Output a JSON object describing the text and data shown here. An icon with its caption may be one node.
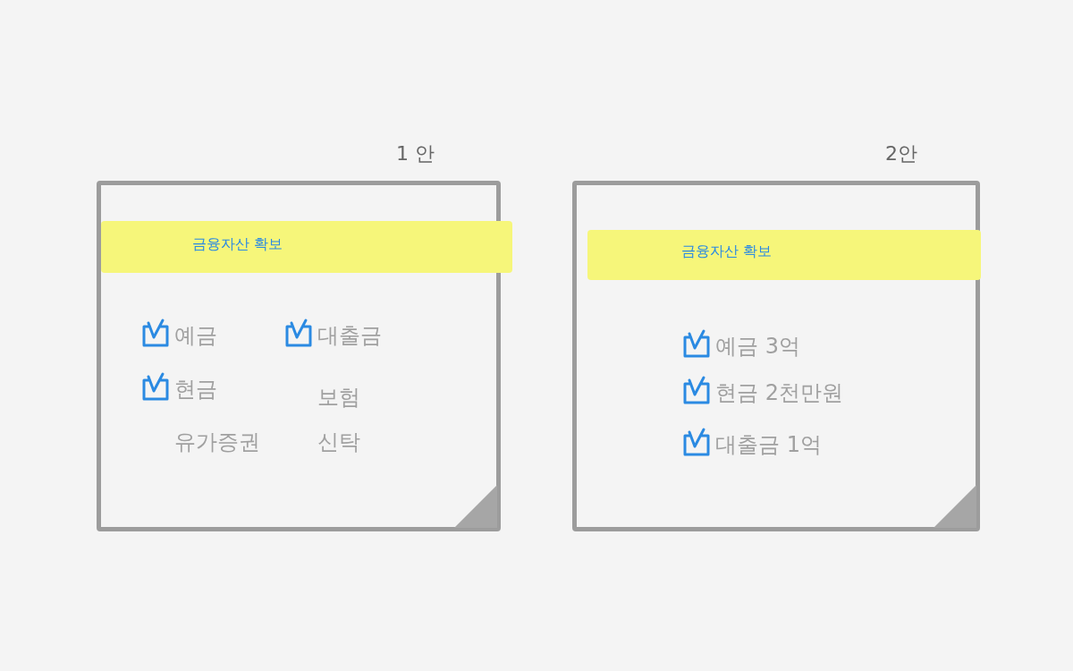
{
  "diagram": {
    "nodes": [
      {
        "text": [
          "1 안"
        ]
      },
      {
        "text": [
          "금융자산 확보"
        ],
        "in": 0
      },
      {
        "text": [
          "예금"
        ],
        "in": 0
      },
      {
        "text": [
          "대출금"
        ],
        "in": 0
      },
      {
        "text": [
          "현금"
        ],
        "in": 0
      },
      {
        "text": [
          "보험"
        ],
        "in": 0
      },
      {
        "text": [
          "유가증권"
        ],
        "in": 0
      },
      {
        "text": [
          "신탁"
        ],
        "in": 0
      },
      {
        "text": [
          "2안"
        ]
      },
      {
        "text": [
          "금융자산 확보"
        ],
        "in": 8
      },
      {
        "text": [
          "예금 3억"
        ],
        "in": 8
      },
      {
        "text": [
          "현금 2천만원"
        ],
        "in": 8
      },
      {
        "text": [
          "대출금 1억"
        ],
        "in": 8
      }
    ]
  }
}
